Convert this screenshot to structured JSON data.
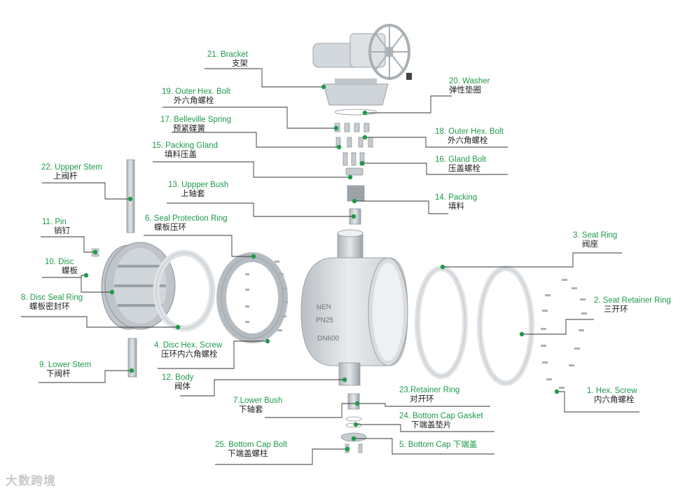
{
  "colors": {
    "accent": "#1e9a4a",
    "line": "#333333",
    "part": "#c8cdd2",
    "part_dark": "#8e969c"
  },
  "watermark": "大数跨境",
  "labels": [
    {
      "id": "p21",
      "en": "21. Bracket",
      "zh": "支架"
    },
    {
      "id": "p19",
      "en": "19. Outer Hex. Bolt",
      "zh": "外六角螺栓"
    },
    {
      "id": "p20",
      "en": "20. Washer",
      "zh": "弹性垫圈"
    },
    {
      "id": "p17",
      "en": "17. Belleville Spring",
      "zh": "预紧碟簧"
    },
    {
      "id": "p18",
      "en": "18. Outer Hex. Bolt",
      "zh": "外六角螺栓"
    },
    {
      "id": "p15",
      "en": "15. Packing Gland",
      "zh": "填料压盖"
    },
    {
      "id": "p16",
      "en": "16. Gland Bolt",
      "zh": "压盖螺栓"
    },
    {
      "id": "p22",
      "en": "22. Uppper Stem",
      "zh": "上阀杆"
    },
    {
      "id": "p13",
      "en": "13. Uppper Bush",
      "zh": "上轴套"
    },
    {
      "id": "p14",
      "en": "14. Packing",
      "zh": "填料"
    },
    {
      "id": "p11",
      "en": "11. Pin",
      "zh": "销钉"
    },
    {
      "id": "p6",
      "en": "6. Seal Protection Ring",
      "zh": "蝶板压环"
    },
    {
      "id": "p3",
      "en": "3.  Seat Ring",
      "zh": "阀座"
    },
    {
      "id": "p10",
      "en": "10.  Disc",
      "zh": "蝶板"
    },
    {
      "id": "p8",
      "en": "8. Disc Seal Ring",
      "zh": "蝶板密封环"
    },
    {
      "id": "p2",
      "en": "2. Seat Retainer Ring",
      "zh": "三开环"
    },
    {
      "id": "p4",
      "en": "4. Disc Hex. Screw",
      "zh": "压环内六角螺栓"
    },
    {
      "id": "p9",
      "en": "9. Lower Stem",
      "zh": "下阀杆"
    },
    {
      "id": "p12",
      "en": "12. Body",
      "zh": "阀体"
    },
    {
      "id": "p1",
      "en": "1. Hex. Screw",
      "zh": "内六角螺栓"
    },
    {
      "id": "p23",
      "en": "23.Retainer Ring",
      "zh": "对开环"
    },
    {
      "id": "p7",
      "en": "7.Lower Bush",
      "zh": "下轴套"
    },
    {
      "id": "p24",
      "en": "24. Bottom Cap Gasket",
      "zh": "下端盖垫片"
    },
    {
      "id": "p5",
      "en": "5. Bottom Cap  下端盖",
      "zh": ""
    },
    {
      "id": "p25",
      "en": "25. Bottom Cap Bolt",
      "zh": "下端盖螺柱"
    }
  ],
  "body_marks": {
    "brand": "NEN",
    "pressure": "PN25",
    "size": "DN600"
  }
}
